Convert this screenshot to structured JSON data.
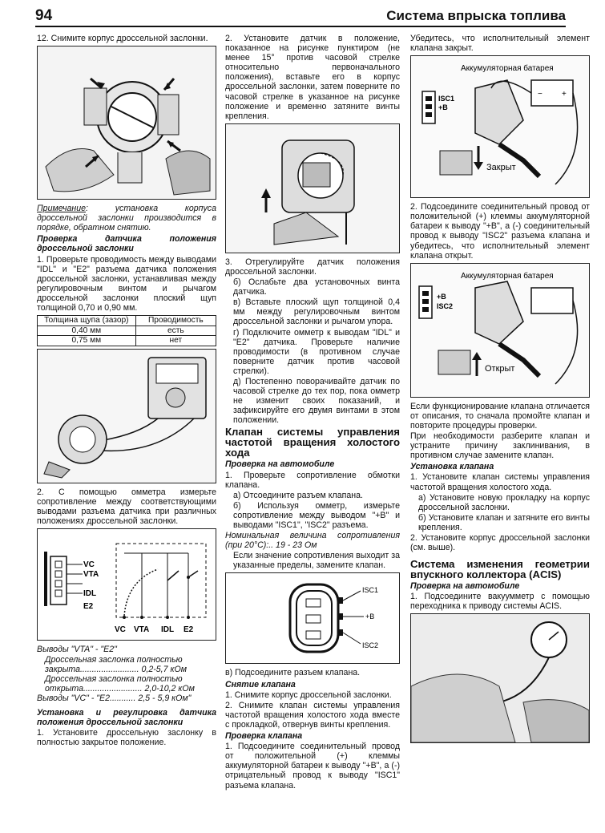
{
  "header": {
    "page_number": "94",
    "title": "Система впрыска топлива"
  },
  "col1": {
    "p12": "12. Снимите корпус дроссельной заслонки.",
    "note_label": "Примечание",
    "note_text": ": установка корпуса дроссельной заслонки производится в порядке, обратном снятию.",
    "sec_tps": "Проверка датчика положения дроссельной заслонки",
    "p1": "1. Проверьте проводимость между выводами \"IDL\" и \"E2\" разъема датчика положения дроссельной заслонки, устанавливая между регулировочным винтом и рычагом дроссельной заслонки плоский щуп толщиной 0,70 и 0,90 мм.",
    "table": {
      "h1": "Толщина щупа (зазор)",
      "h2": "Проводимость",
      "r1c1": "0,40 мм",
      "r1c2": "есть",
      "r2c1": "0,75 мм",
      "r2c2": "нет"
    },
    "p2": "2. С помощью омметра измерьте сопротивление между соответствующими выводами разъема датчика при различных положениях дроссельной заслонки.",
    "fig_labels": {
      "vc": "VC",
      "vta": "VTA",
      "idl": "IDL",
      "e2": "E2"
    },
    "spec1": "Выводы \"VTA\" - \"E2\"",
    "spec1a_l": "Дроссельная заслонка полностью закрыта.........................",
    "spec1a_v": "0,2-5,7 кОм",
    "spec1b_l": "Дроссельная заслонка полностью открыта.........................",
    "spec1b_v": "2,0-10,2 кОм",
    "spec2_l": "Выводы \"VC\" - \"E2...........",
    "spec2_v": "2,5 - 5,9 кОм\"",
    "sec_adj": "Установка и регулировка датчика положения дроссельной заслонки",
    "p_adj": "1. Установите дроссельную заслонку в полностью закрытое положение."
  },
  "col2": {
    "p2": "2. Установите датчик в положение, показанное на рисунке пунктиром (не менее 15° против часовой стрелке относительно первоначального положения), вставьте его в корпус дроссельной заслонки, затем поверните по часовой стрелке в указанное на рисунке положение и временно затяните винты крепления.",
    "p3": "3. Отрегулируйте датчик положения дроссельной заслонки.",
    "p3b": "б) Ослабьте два установочных винта датчика.",
    "p3v": "в) Вставьте плоский щуп толщиной 0,4 мм между регулировочным винтом дроссельной заслонки и рычагом упора.",
    "p3g": "г) Подключите омметр к выводам \"IDL\" и \"E2\" датчика. Проверьте наличие проводимости (в противном случае поверните датчик против часовой стрелки).",
    "p3d": "д) Постепенно поворачивайте датчик по часовой стрелке до тех пор, пока омметр не изменит своих показаний, и зафиксируйте его двумя винтами в этом положении.",
    "h_isc": "Клапан системы управления частотой вращения холостого хода",
    "sec_car": "Проверка на автомобиле",
    "p_c1": "1. Проверьте сопротивление обмотки клапана.",
    "p_c1a": "а) Отсоедините разъем клапана.",
    "p_c1b": "б) Используя омметр, измерьте сопротивление между выводом \"+B\" и выводами \"ISC1\", \"ISC2\" разъема.",
    "nominal": "Номинальная величина сопротивления (при 20°C):.. 19 - 23 Ом",
    "p_c1c": "Если значение сопротивления выходит за указанные пределы, замените клапан.",
    "fig_labels": {
      "isc1": "ISC1",
      "b": "+B",
      "isc2": "ISC2"
    },
    "p_cv": "в) Подсоедините разъем клапана.",
    "sec_remove": "Снятие клапана",
    "p_r1": "1. Снимите корпус дроссельной заслонки.",
    "p_r2": "2. Снимите клапан системы управления частотой вращения холостого хода вместе с прокладкой, отвернув винты крепления.",
    "sec_check": "Проверка клапана",
    "p_k1": "1. Подсоедините соединительный провод от положительной (+) клеммы аккумуляторной батареи к выводу \"+B\", а (-) отрицательный провод к выводу \"ISC1\" разъема клапана."
  },
  "col3": {
    "p_top": "Убедитесь, что исполнительный элемент клапана закрыт.",
    "fig1": {
      "battery": "Аккумуляторная батарея",
      "isc1": "ISC1",
      "b": "+B",
      "closed": "Закрыт"
    },
    "p2": "2. Подсоедините соединительный провод от положительной (+) клеммы аккумуляторной батареи к выводу \"+B\", а (-) соединительный провод к выводу \"ISC2\" разъема клапана и убедитесь, что исполнительный элемент клапана открыт.",
    "fig2": {
      "battery": "Аккумуляторная батарея",
      "b": "+B",
      "isc2": "ISC2",
      "open": "Открыт"
    },
    "p_if": "Если функционирование клапана отличается от описания, то сначала промойте клапан и повторите процедуры проверки.",
    "p_if2": "При необходимости разберите клапан и устраните причину заклинивания, в противном случае замените клапан.",
    "sec_install": "Установка клапана",
    "p_i1": "1. Установите клапан системы управления частотой вращения холостого хода.",
    "p_i1a": "а) Установите новую прокладку на корпус дроссельной заслонки.",
    "p_i1b": "б) Установите клапан и затяните его винты крепления.",
    "p_i2": "2. Установите корпус дроссельной заслонки (см. выше).",
    "h_acis": "Система изменения геометрии впускного коллектора (ACIS)",
    "sec_car": "Проверка на автомобиле",
    "p_a1": "1. Подсоедините вакуумметр с помощью переходника к приводу системы ACIS."
  }
}
